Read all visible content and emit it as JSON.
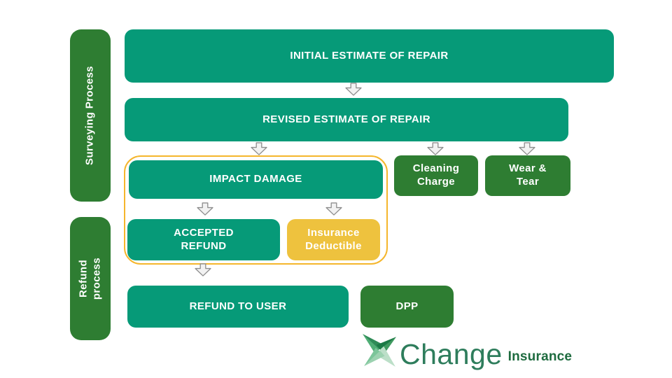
{
  "diagram": {
    "lanes": [
      {
        "id": "surveying",
        "label": "Surveying Process"
      },
      {
        "id": "refund",
        "label": "Refund process"
      }
    ],
    "nodes": {
      "initial": "INITIAL ESTIMATE OF REPAIR",
      "revised": "REVISED ESTIMATE OF REPAIR",
      "impact": "IMPACT DAMAGE",
      "accepted_refund": "ACCEPTED REFUND",
      "insurance_deductible": "Insurance Deductible",
      "cleaning_charge": "Cleaning Charge",
      "wear_tear": "Wear & Tear",
      "refund_to_user": "REFUND TO USER",
      "dpp": "DPP"
    }
  },
  "logo": {
    "brand": "Change",
    "suffix": "Insurance"
  },
  "colors": {
    "teal": "#069a78",
    "dark_green": "#2e7d32",
    "gold": "#eec23e",
    "outline_gold": "#f5b62c",
    "arrow_fill": "#f2f2f2",
    "arrow_stroke": "#8e8e8e",
    "brand_green": "#2e7d5c",
    "brand_dark_green": "#1e6b3f"
  }
}
